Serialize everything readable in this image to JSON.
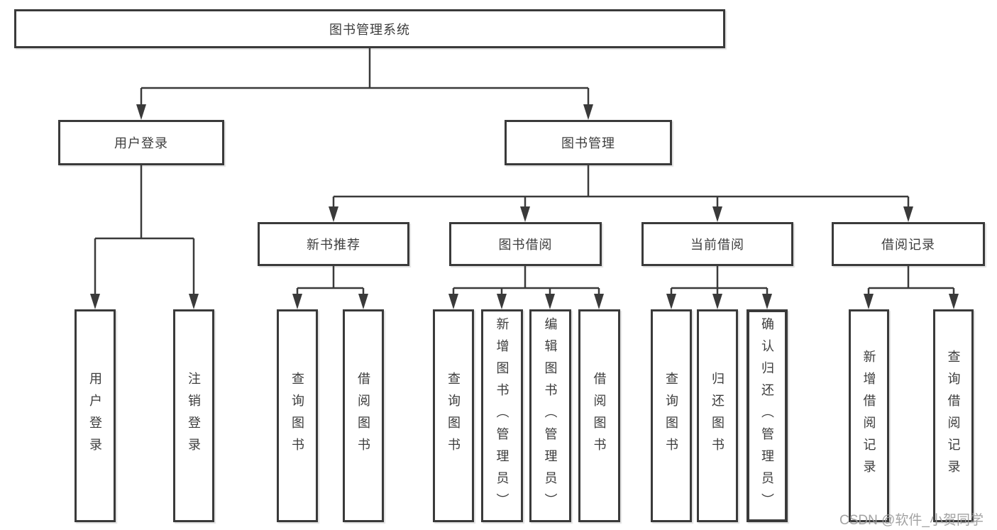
{
  "colors": {
    "line": "#3a3a3a",
    "box_border": "#3a3a3a",
    "box_fill": "#ffffff",
    "text": "#3d3d3d",
    "watermark_text": "#9b9b9b",
    "background": "#ffffff"
  },
  "watermark": "CSDN @软件_小贺同学",
  "diagram": {
    "type": "tree",
    "root": {
      "label": "图书管理系统",
      "children": [
        {
          "label": "用户登录",
          "children": [
            {
              "label": "用户登录"
            },
            {
              "label": "注销登录"
            }
          ]
        },
        {
          "label": "图书管理",
          "children": [
            {
              "label": "新书推荐",
              "children": [
                {
                  "label": "查询图书"
                },
                {
                  "label": "借阅图书"
                }
              ]
            },
            {
              "label": "图书借阅",
              "children": [
                {
                  "label": "查询图书"
                },
                {
                  "label": "新增图书（管理员）"
                },
                {
                  "label": "编辑图书（管理员）"
                },
                {
                  "label": "借阅图书"
                }
              ]
            },
            {
              "label": "当前借阅",
              "children": [
                {
                  "label": "查询图书"
                },
                {
                  "label": "归还图书"
                },
                {
                  "label": "确认归还（管理员）"
                }
              ]
            },
            {
              "label": "借阅记录",
              "children": [
                {
                  "label": "新增借阅记录"
                },
                {
                  "label": "查询借阅记录"
                }
              ]
            }
          ]
        }
      ]
    }
  }
}
